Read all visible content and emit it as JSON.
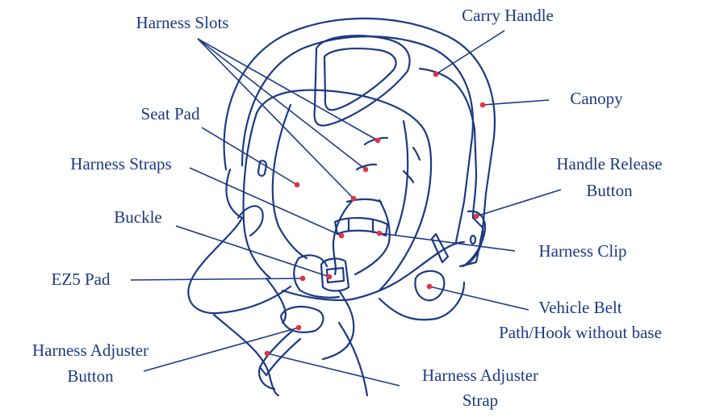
{
  "colors": {
    "line": "#1c3a84",
    "text": "#1c3a84",
    "marker": "#e03344",
    "background": "#ffffff"
  },
  "labels": {
    "harness_slots": "Harness Slots",
    "carry_handle": "Carry Handle",
    "canopy": "Canopy",
    "seat_pad": "Seat Pad",
    "harness_straps": "Harness Straps",
    "handle_release_1": "Handle Release",
    "handle_release_2": "Button",
    "buckle": "Buckle",
    "harness_clip": "Harness Clip",
    "ez5_pad": "EZ5 Pad",
    "vehicle_belt_1": "Vehicle Belt",
    "vehicle_belt_2": "Path/Hook without base",
    "harness_adjuster_button_1": "Harness Adjuster",
    "harness_adjuster_button_2": "Button",
    "harness_adjuster_strap_1": "Harness Adjuster",
    "harness_adjuster_strap_2": "Strap"
  }
}
